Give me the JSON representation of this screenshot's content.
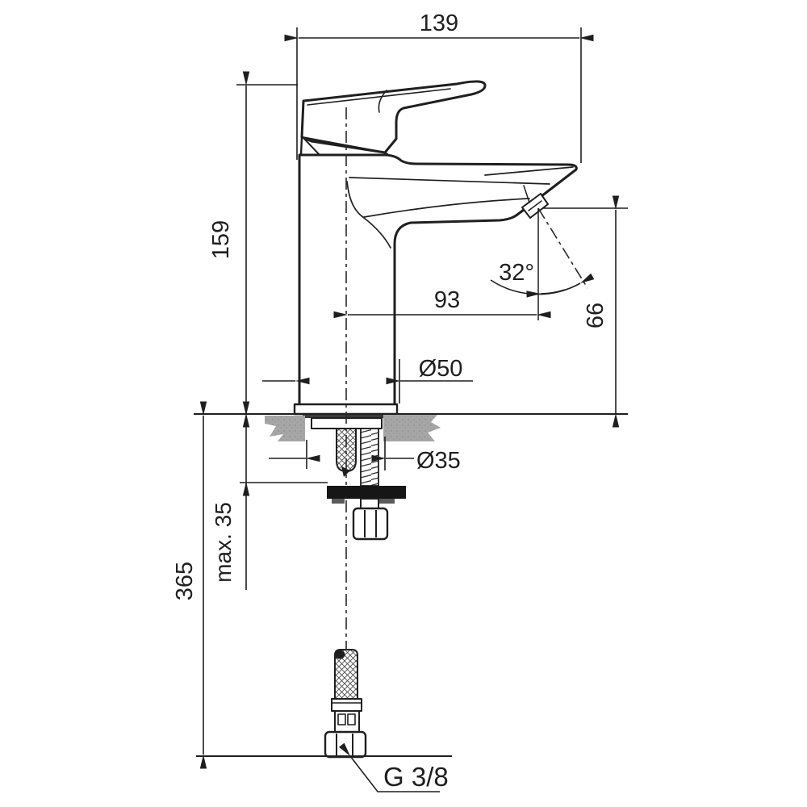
{
  "drawing": {
    "type": "technical-dimension-drawing",
    "background": "#ffffff",
    "line_color": "#1f1f1f",
    "counter_fill": "#a6a6a6",
    "dims": {
      "overall_width": "139",
      "overall_height": "159",
      "spout_reach": "93",
      "spout_angle": "32°",
      "outlet_height": "66",
      "base_diameter": "Ø50",
      "hole_diameter": "Ø35",
      "max_counter_thickness": "max. 35",
      "supply_length": "365",
      "thread_size": "G 3/8"
    }
  }
}
